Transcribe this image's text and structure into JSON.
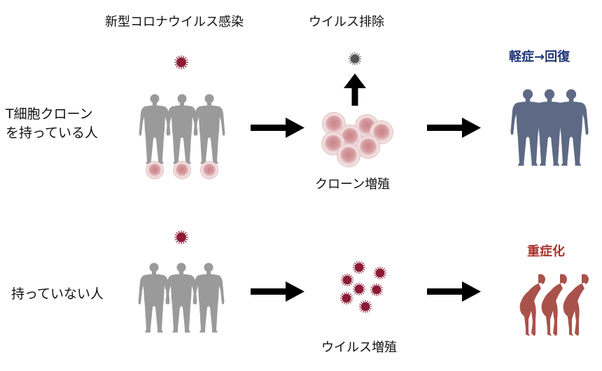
{
  "headers": {
    "infection": "新型コロナウイルス感染",
    "elimination": "ウイルス排除"
  },
  "rows": [
    {
      "label_line1": "T細胞クローン",
      "label_line2": "を持っている人",
      "middle_label": "クローン増殖",
      "outcome": "軽症→回復",
      "outcome_color": "#1f3575",
      "people_color": "#5e6a85"
    },
    {
      "label": "持っていない人",
      "middle_label": "ウイルス増殖",
      "outcome": "重症化",
      "outcome_color": "#a8332e",
      "people_color": "#a9524b"
    }
  ],
  "colors": {
    "person_gray": "#9a9a9a",
    "virus": "#8b1a35",
    "virus_eliminated": "#555555",
    "t_cell": "#d9a3a6",
    "arrow": "#000000"
  },
  "icons": [
    "virus-icon",
    "person-icon",
    "t-cell-icon",
    "arrow-right-icon",
    "arrow-up-icon",
    "bent-person-icon"
  ]
}
